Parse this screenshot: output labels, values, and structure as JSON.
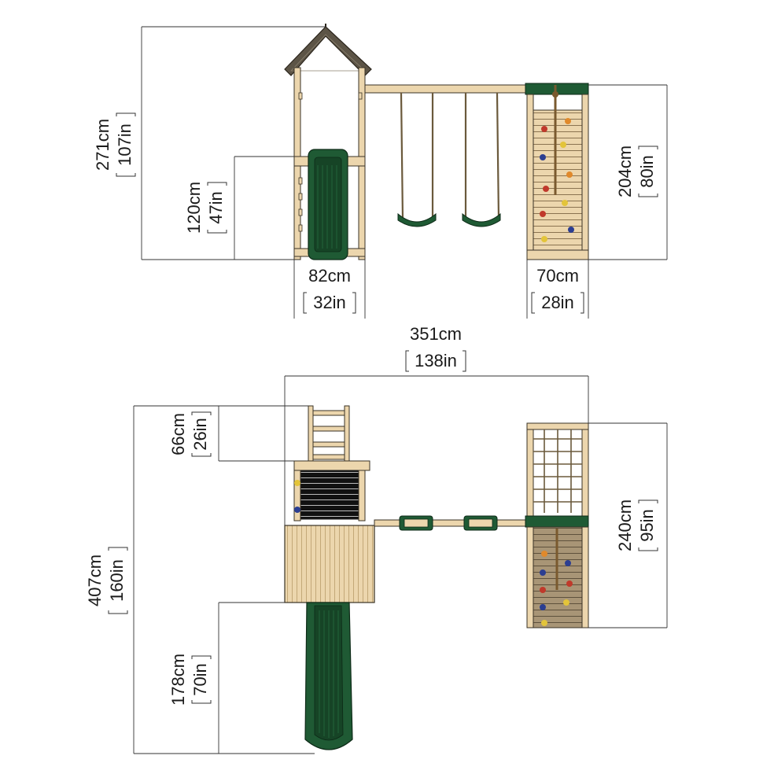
{
  "dimensions": {
    "front_total_height": {
      "metric": "271cm",
      "imperial": "107in"
    },
    "front_platform_height": {
      "metric": "120cm",
      "imperial": "47in"
    },
    "front_tower_width": {
      "metric": "82cm",
      "imperial": "32in"
    },
    "front_climbing_wall_height": {
      "metric": "204cm",
      "imperial": "80in"
    },
    "front_climbing_wall_width": {
      "metric": "70cm",
      "imperial": "28in"
    },
    "top_overall_width": {
      "metric": "351cm",
      "imperial": "138in"
    },
    "top_overall_depth": {
      "metric": "407cm",
      "imperial": "160in"
    },
    "top_ladder_depth": {
      "metric": "66cm",
      "imperial": "26in"
    },
    "top_slide_length": {
      "metric": "178cm",
      "imperial": "70in"
    },
    "top_wall_depth": {
      "metric": "240cm",
      "imperial": "95in"
    }
  },
  "colors": {
    "wood": "#ecd6ad",
    "wood_dark": "#c9ae7f",
    "outline": "#3a3326",
    "slide_green": "#1f5a34",
    "slide_green_dark": "#133d22",
    "roof": "#5c5446",
    "hold_red": "#c0392b",
    "hold_blue": "#2c3e91",
    "hold_orange": "#e0892b",
    "hold_yellow": "#e3c43a",
    "dim_line": "#333333"
  }
}
